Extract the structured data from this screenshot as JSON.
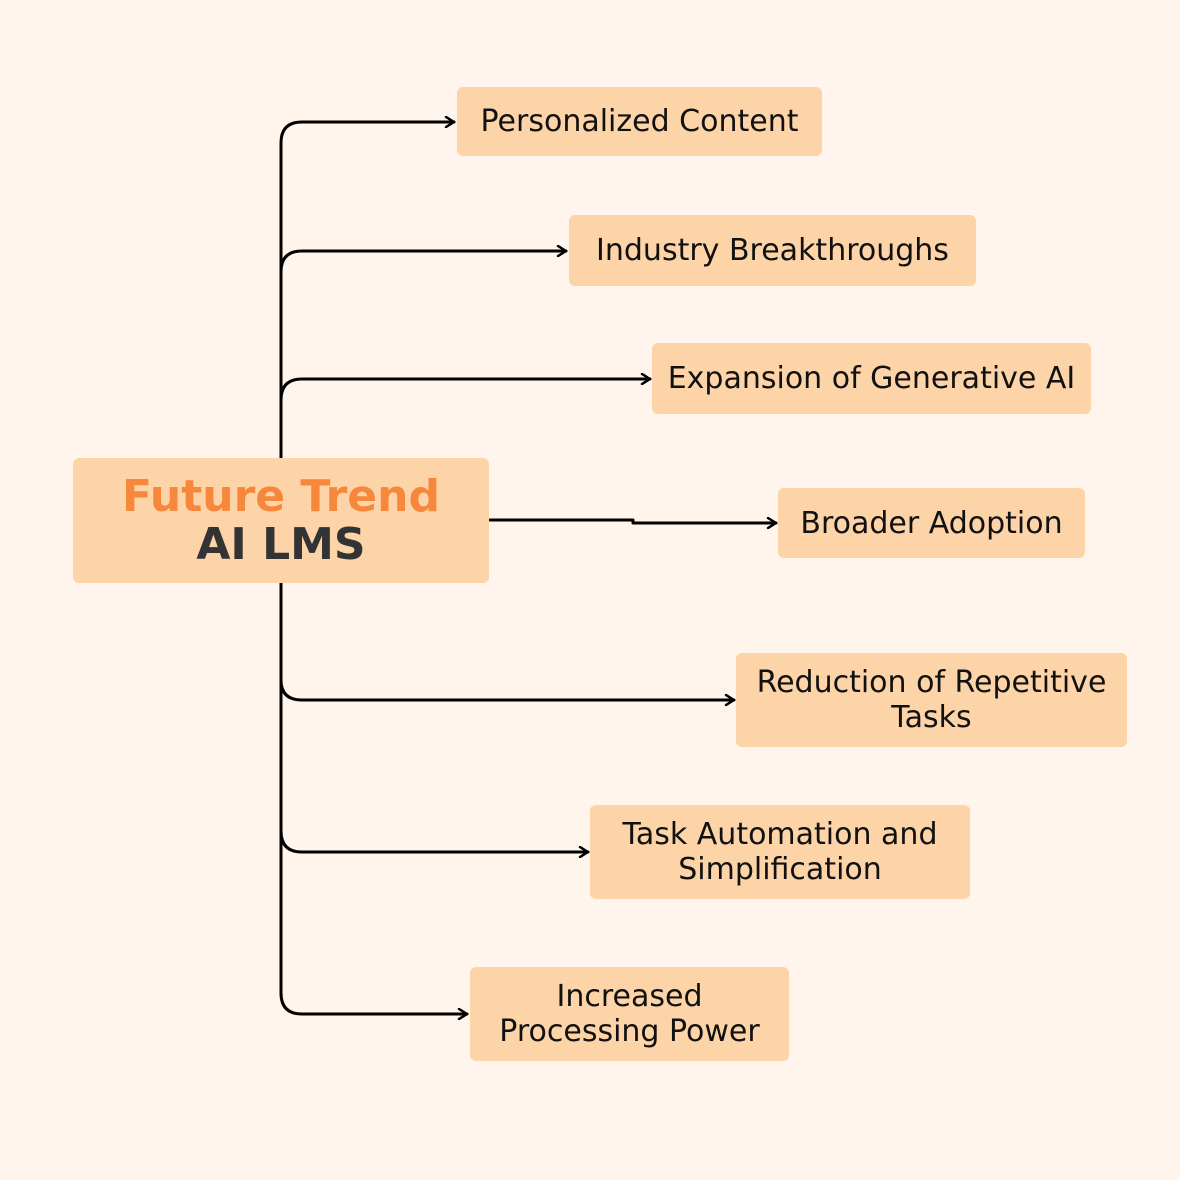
{
  "colors": {
    "background": "#fff5ec",
    "box_fill": "#fdd3a8",
    "title_accent": "#f7873a",
    "subtitle_text": "#333333",
    "connector": "#000000"
  },
  "center": {
    "title": "Future Trend",
    "subtitle": "AI LMS"
  },
  "branches": [
    {
      "lines": [
        "Personalized Content"
      ]
    },
    {
      "lines": [
        "Industry Breakthroughs"
      ]
    },
    {
      "lines": [
        "Expansion of Generative AI"
      ]
    },
    {
      "lines": [
        "Broader Adoption"
      ]
    },
    {
      "lines": [
        "Reduction of Repetitive",
        "Tasks"
      ]
    },
    {
      "lines": [
        "Task Automation and",
        "Simplification"
      ]
    },
    {
      "lines": [
        "Increased",
        "Processing Power"
      ]
    }
  ]
}
